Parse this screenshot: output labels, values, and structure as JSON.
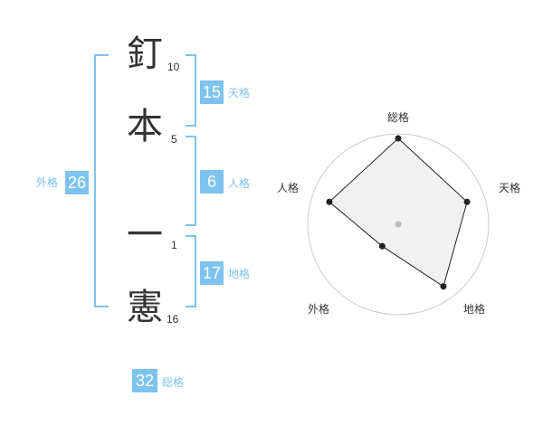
{
  "name": {
    "chars": [
      {
        "char": "釘",
        "strokes": "10"
      },
      {
        "char": "本",
        "strokes": "5"
      },
      {
        "char": "一",
        "strokes": "1"
      },
      {
        "char": "憲",
        "strokes": "16"
      }
    ]
  },
  "kakusu": {
    "ten": {
      "value": "15",
      "label": "天格"
    },
    "jin": {
      "value": "6",
      "label": "人格"
    },
    "chi": {
      "value": "17",
      "label": "地格"
    },
    "gai": {
      "value": "26",
      "label": "外格"
    },
    "sou": {
      "value": "32",
      "label": "総格"
    }
  },
  "chart_data": {
    "type": "radar",
    "axes": [
      "総格",
      "天格",
      "地格",
      "外格",
      "人格"
    ],
    "values": [
      0.95,
      0.8,
      0.85,
      0.3,
      0.8
    ],
    "range": [
      0,
      1
    ],
    "rings": 4,
    "colors": {
      "fill": "#efefef",
      "line": "#222222",
      "ring": "#cccccc",
      "center": "#bbbbbb"
    }
  }
}
